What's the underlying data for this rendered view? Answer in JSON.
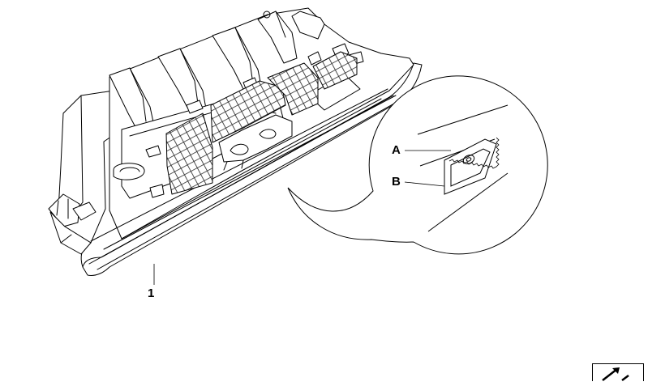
{
  "callouts": {
    "part_1": "1",
    "detail_a": "A",
    "detail_b": "B"
  },
  "colors": {
    "line": "#000000",
    "hatch": "#333333",
    "background": "#ffffff"
  },
  "icons": {
    "corner_nav": "diagonal-arrow-icon"
  }
}
